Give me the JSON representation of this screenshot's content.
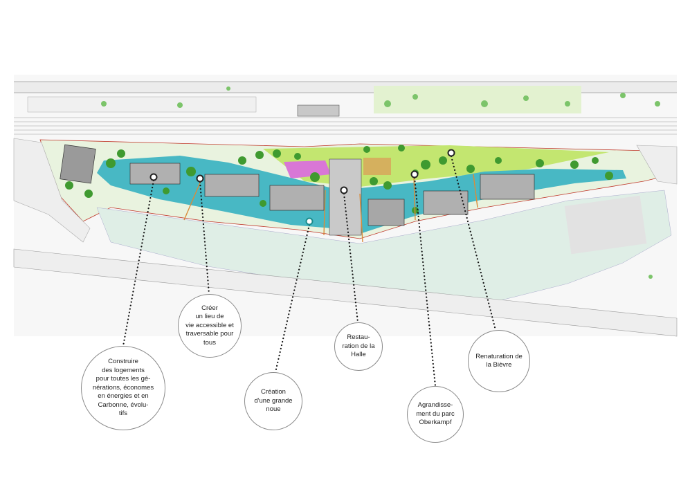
{
  "colors": {
    "water": "#48b8c4",
    "lawn": "#c3e670",
    "tree": "#3f9a30",
    "building": "#9a9a9a",
    "road": "#f1f1f1",
    "linework": "#333333",
    "accent_pink": "#d977d6",
    "accent_tan": "#d9a35a",
    "hatch": "#dfeee6"
  },
  "annotations": [
    {
      "id": "logements",
      "label": "Construire\ndes logements\npour toutes les gé-\nnérations, économes\nen énergies et en\nCarbonne, évolu-\ntifs"
    },
    {
      "id": "lieu-de-vie",
      "label": "Créer\nun lieu de\nvie accessible et\ntraversable pour\ntous"
    },
    {
      "id": "noue",
      "label": "Création\nd'une grande\nnoue"
    },
    {
      "id": "halle",
      "label": "Restau-\nration de la\nHalle"
    },
    {
      "id": "parc",
      "label": "Agrandisse-\nment du parc\nOberkampf"
    },
    {
      "id": "bievre",
      "label": "Renaturation de\nla Bièvre"
    }
  ]
}
